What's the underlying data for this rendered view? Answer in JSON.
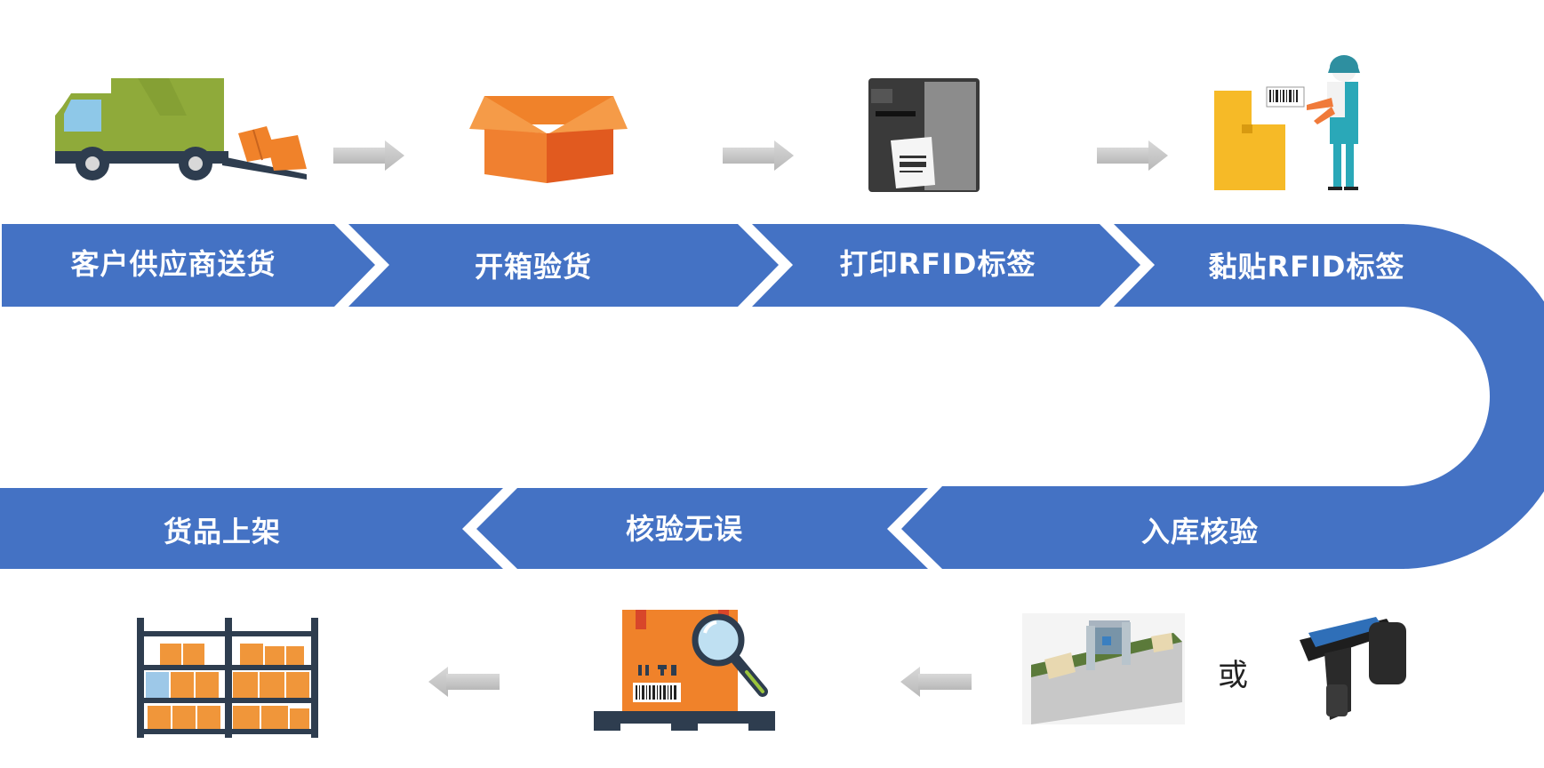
{
  "colors": {
    "band": "#4472C4",
    "arrow": "#C8C8C8",
    "text": "#FFFFFF"
  },
  "top_row": {
    "steps": [
      {
        "label": "客户供应商送货",
        "icon": "delivery-truck-icon"
      },
      {
        "label": "开箱验货",
        "icon": "open-box-icon"
      },
      {
        "label": "打印RFID标签",
        "icon": "label-printer-icon"
      },
      {
        "label": "黏贴RFID标签",
        "icon": "worker-labeling-icon"
      }
    ]
  },
  "bottom_row": {
    "steps": [
      {
        "label": "入库核验",
        "icon": "rfid-tunnel-reader-icon",
        "alt_icon": "handheld-rfid-scanner-icon"
      },
      {
        "label": "核验无误",
        "icon": "box-inspection-icon"
      },
      {
        "label": "货品上架",
        "icon": "warehouse-shelf-icon"
      }
    ],
    "or_text": "或"
  },
  "flow": {
    "connector_icon": "flow-arrow-icon"
  }
}
